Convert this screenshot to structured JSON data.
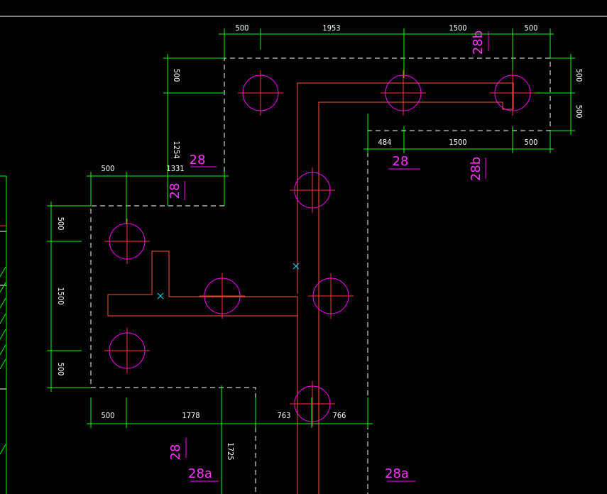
{
  "dimensions": {
    "top": [
      "500",
      "1953",
      "1500",
      "500"
    ],
    "top_left_vertical": [
      "500",
      "1254"
    ],
    "left_step": [
      "500",
      "1331"
    ],
    "inner_right": [
      "484",
      "1500",
      "500"
    ],
    "right_vertical": [
      "500",
      "500"
    ],
    "left_vertical": [
      "500",
      "1500",
      "500"
    ],
    "bottom": [
      "500",
      "1778",
      "763",
      "766"
    ],
    "bottom_vertical": "1725"
  },
  "section_marks": {
    "top_right": "28b",
    "right": "28b",
    "upper_left_horizontal": "28",
    "upper_left_vertical": "28",
    "center": "28",
    "bottom_left_vertical": "28",
    "bottom_left": "28a",
    "bottom_right": "28a"
  },
  "colors": {
    "background": "#000000",
    "dimension_line": "#00ff00",
    "outline_dashed": "#ffffff",
    "pile_circle": "#ff00ff",
    "crosshair": "#ff3333",
    "wall_outline": "#ff5533",
    "marker": "#00e5ff"
  }
}
